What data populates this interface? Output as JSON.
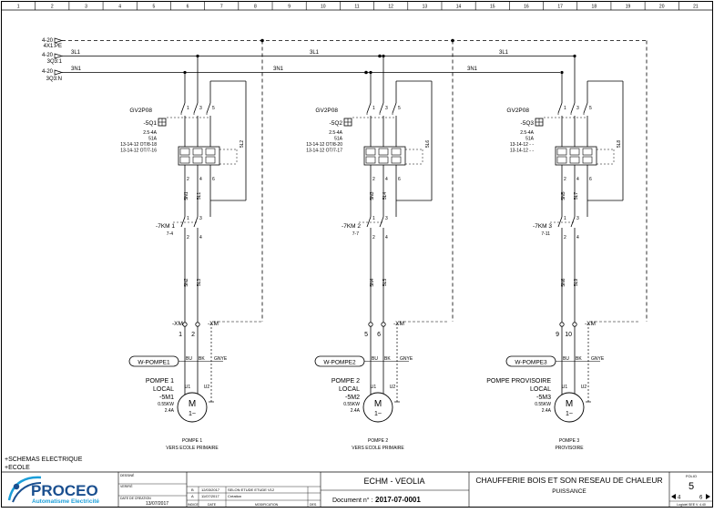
{
  "grid": {
    "columns": [
      "1",
      "2",
      "3",
      "4",
      "5",
      "6",
      "7",
      "8",
      "9",
      "10",
      "11",
      "12",
      "13",
      "14",
      "15",
      "16",
      "17",
      "18",
      "19",
      "20",
      "21"
    ]
  },
  "supply": [
    {
      "ref": "4-20",
      "tag": "4X1:PE",
      "label": ""
    },
    {
      "ref": "4-20",
      "tag": "3Q3:1",
      "label": "3L1"
    },
    {
      "ref": "4-20",
      "tag": "3Q3:N",
      "label": "3N1"
    }
  ],
  "units": [
    {
      "breaker_type": "GV2P08",
      "breaker_ref": "-5Q1",
      "breaker_specs": [
        "2.5-4A",
        "51A",
        "13-14-12 OT/8-18",
        "13-14-12 OT/7-16"
      ],
      "aux_wire": "5L2",
      "wire_a": "5N1",
      "wire_b": "5L1",
      "contactor_ref": "-7KM 1",
      "contactor_sub": "7-4",
      "wire_c": "5N2",
      "wire_d": "5L3",
      "xm_left": "-XM",
      "xm_right": "-XM",
      "terminals": [
        "1",
        "2"
      ],
      "cable": "W-POMPE1",
      "motor_title": "POMPE 1",
      "motor_loc": "LOCAL",
      "motor_ref": "-5M1",
      "motor_power": "0.55KW",
      "motor_current": "2.4A",
      "bottom_line1": "POMPE 1",
      "bottom_line2": "VERS ECOLE PRIMAIRE"
    },
    {
      "breaker_type": "GV2P08",
      "breaker_ref": "-5Q2",
      "breaker_specs": [
        "2.5-4A",
        "51A",
        "13-14-12 OT/8-20",
        "13-14-12 OT/7-17"
      ],
      "aux_wire": "5L6",
      "wire_a": "5N3",
      "wire_b": "5L4",
      "contactor_ref": "-7KM 2",
      "contactor_sub": "7-7",
      "wire_c": "5N4",
      "wire_d": "5L5",
      "xm_left": "",
      "xm_right": "-XM",
      "terminals": [
        "5",
        "6"
      ],
      "cable": "W-POMPE2",
      "motor_title": "POMPE 2",
      "motor_loc": "LOCAL",
      "motor_ref": "-5M2",
      "motor_power": "0.55KW",
      "motor_current": "2.4A",
      "bottom_line1": "POMPE 2",
      "bottom_line2": "VERS ECOLE PRIMAIRE"
    },
    {
      "breaker_type": "GV2P08",
      "breaker_ref": "-5Q3",
      "breaker_specs": [
        "2.5-4A",
        "51A",
        "13-14-12 - -",
        "13-14-12 - -"
      ],
      "aux_wire": "5L8",
      "wire_a": "5N5",
      "wire_b": "5L7",
      "contactor_ref": "-7KM 3",
      "contactor_sub": "7-11",
      "wire_c": "5N6",
      "wire_d": "5L9",
      "xm_left": "",
      "xm_right": "-XM",
      "terminals": [
        "9",
        "10"
      ],
      "cable": "W-POMPE3",
      "motor_title": "POMPE PROVISOIRE",
      "motor_loc": "LOCAL",
      "motor_ref": "-5M3",
      "motor_power": "0.55KW",
      "motor_current": "2.4A",
      "bottom_line1": "POMPE 3",
      "bottom_line2": "PROVISOIRE"
    }
  ],
  "core_labels": {
    "bu": "BU",
    "bk": "BK",
    "gnye": "GNYE",
    "u1": "U1",
    "u2": "U2",
    "m": "M",
    "phase": "1~"
  },
  "pole_labels": [
    "1",
    "3",
    "5",
    "2",
    "4",
    "6"
  ],
  "notes": [
    "+SCHEMAS ELECTRIQUE",
    "+ECOLE"
  ],
  "title_block": {
    "brand": "PROCEO",
    "brand_sub": "Automatisme Electricité",
    "field_labels": [
      "DESSINÉ",
      "VERIFIÉ",
      "DATE DE CREATION"
    ],
    "creation_date": "13/07/2017",
    "rev_rows": [
      [
        "B",
        "12/03/2017",
        "SELON ETUDE ETUDE V12"
      ],
      [
        "A",
        "11/07/2017",
        "Création"
      ]
    ],
    "rev_headers": [
      "INDICE",
      "DATE",
      "MODIFICATION",
      "DES."
    ],
    "client": "ECHM - VEOLIA",
    "doc_label": "Document n° :",
    "doc_number": "2017-07-0001",
    "project": "CHAUFFERIE BOIS ET SON RESEAU DE CHALEUR",
    "subtitle": "PUISSANCE",
    "folio_label": "FOLIO",
    "folio": "5",
    "folio_prev": "4",
    "folio_next": "6",
    "software": "Logiciel SEE V. 4.40"
  }
}
